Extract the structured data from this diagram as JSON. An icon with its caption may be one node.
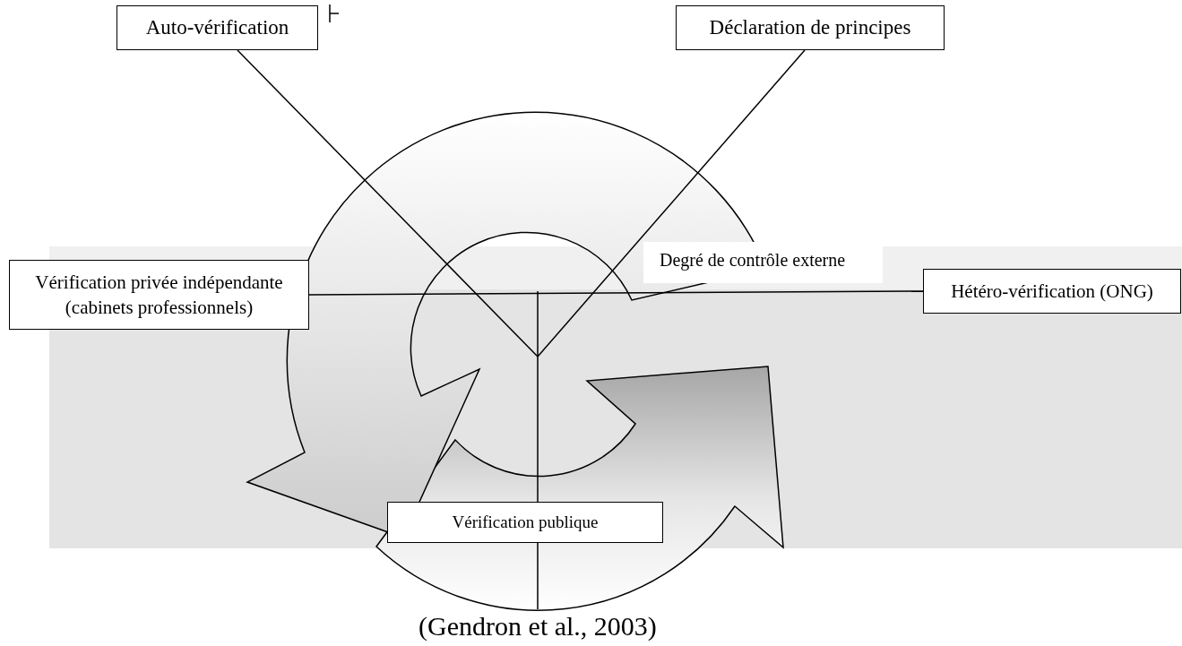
{
  "diagram": {
    "caption": "(Gendron et al., 2003)",
    "nodes": [
      {
        "text": [
          "Auto-vérification"
        ]
      },
      {
        "text": [
          "Déclaration de principes"
        ]
      },
      {
        "text": [
          "Vérification privée indépendante (cabinets professionnels)"
        ]
      },
      {
        "text": [
          "Hétéro-vérification (ONG)"
        ]
      },
      {
        "text": [
          "Vérification publique"
        ]
      }
    ],
    "edges": [
      {
        "from": 0,
        "to": null,
        "arrow": "none"
      },
      {
        "from": 1,
        "to": null,
        "arrow": "none"
      },
      {
        "from": 2,
        "to": 3,
        "arrow": "none"
      }
    ],
    "labels": [
      "Degré de contrôle externe"
    ]
  }
}
